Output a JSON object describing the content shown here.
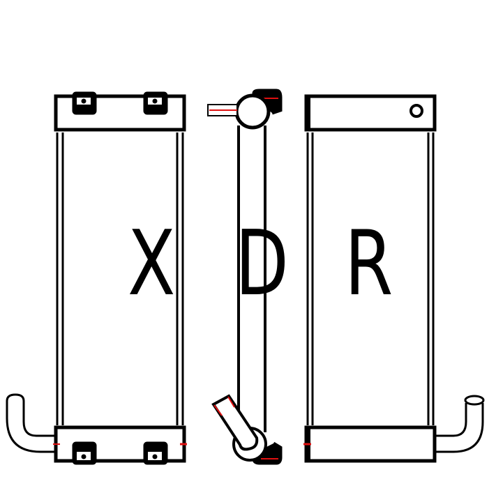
{
  "diagram": {
    "type": "radiator/oil-cooler three-view technical drawing",
    "views": [
      {
        "id": "front-view",
        "label": "X"
      },
      {
        "id": "side-view",
        "label": "D"
      },
      {
        "id": "back-view",
        "label": "R"
      }
    ],
    "colors": {
      "line": "#000000",
      "accent": "#e01010",
      "background": "#ffffff"
    }
  }
}
